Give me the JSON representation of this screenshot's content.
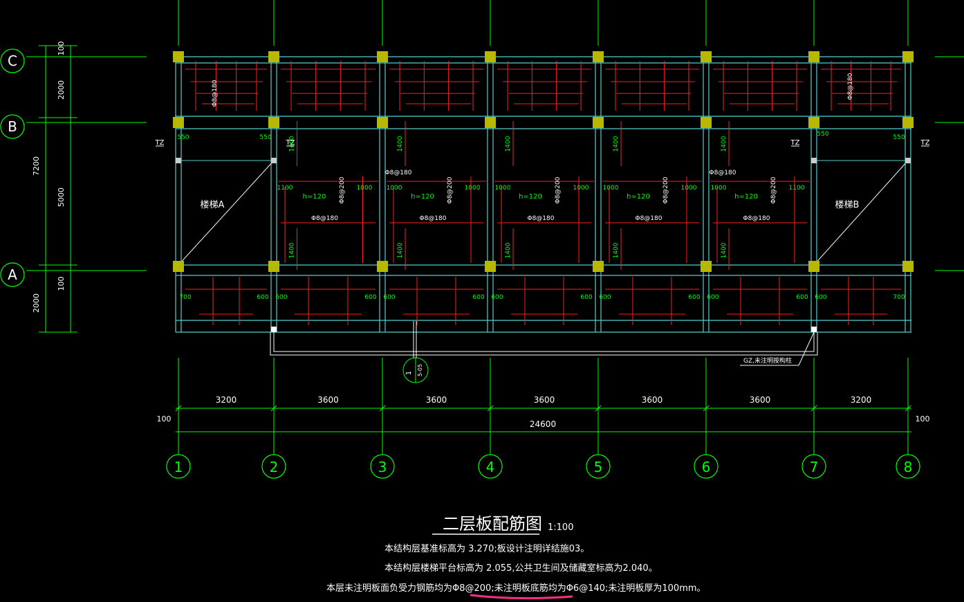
{
  "title": "二层板配筋图",
  "scale": "1:100",
  "notes": [
    "本结构层基准标高为 3.270;板设计注明详结施03。",
    "本结构层楼梯平台标高为 2.055,公共卫生间及储藏室标高为2.040。",
    "本层未注明板面负受力钢筋均为Φ8@200;未注明板底筋均为Φ6@140;未注明板厚为100mm。"
  ],
  "colors": {
    "grid": "#00ff00",
    "axis_line": "#00cc00",
    "beam": "#4fd0d0",
    "rebar": "#ff2020",
    "column": "#b8b800",
    "text": "#ffffff",
    "dim_text": "#ffffff",
    "label_green": "#00ff00",
    "highlight": "#ff2d8a"
  },
  "row_axes": [
    "C",
    "B",
    "A"
  ],
  "col_axes": [
    "1",
    "2",
    "3",
    "4",
    "5",
    "6",
    "7",
    "8"
  ],
  "dims_bottom": [
    "3200",
    "3600",
    "3600",
    "3600",
    "3600",
    "3600",
    "3200"
  ],
  "dim_total": "24600",
  "dim_edge_left": "100",
  "dim_edge_right": "100",
  "dims_left_inner": [
    "100",
    "2000",
    "5000",
    "100"
  ],
  "dims_left_outer": [
    "7200",
    "2000"
  ],
  "stair_labels": [
    "楼梯A",
    "楼梯B"
  ],
  "tz_labels": [
    "TZ",
    "TZ",
    "TZ",
    "TZ"
  ],
  "gz_label": "GZ,未注明按构柱",
  "section_marker": {
    "num": "1",
    "sheet": "5-05"
  },
  "rebar_labels": {
    "top_left": "Φ8@180",
    "top_right": "Φ8@180",
    "mid_top": [
      "Φ8@180",
      "Φ8@180"
    ],
    "mid_bottom": [
      "Φ8@180",
      "Φ8@180",
      "Φ8@180",
      "Φ8@180",
      "Φ8@180"
    ],
    "vertical": [
      "Φ8@200",
      "Φ8@200",
      "Φ8@200",
      "Φ8@200",
      "Φ8@200"
    ],
    "h": [
      "h=120",
      "h=120",
      "h=120",
      "h=120",
      "h=120"
    ]
  },
  "bay_dims": {
    "top_550": [
      "550",
      "550",
      "550",
      "550"
    ],
    "d1400": "1400",
    "row_1100_1000": [
      "1100",
      "1000",
      "1000",
      "1000",
      "1000",
      "1000",
      "1000",
      "1000",
      "1000",
      "1100"
    ],
    "bottom": [
      "700",
      "600",
      "600",
      "600",
      "600",
      "600",
      "600",
      "600",
      "600",
      "600",
      "600",
      "600",
      "600",
      "700"
    ]
  }
}
